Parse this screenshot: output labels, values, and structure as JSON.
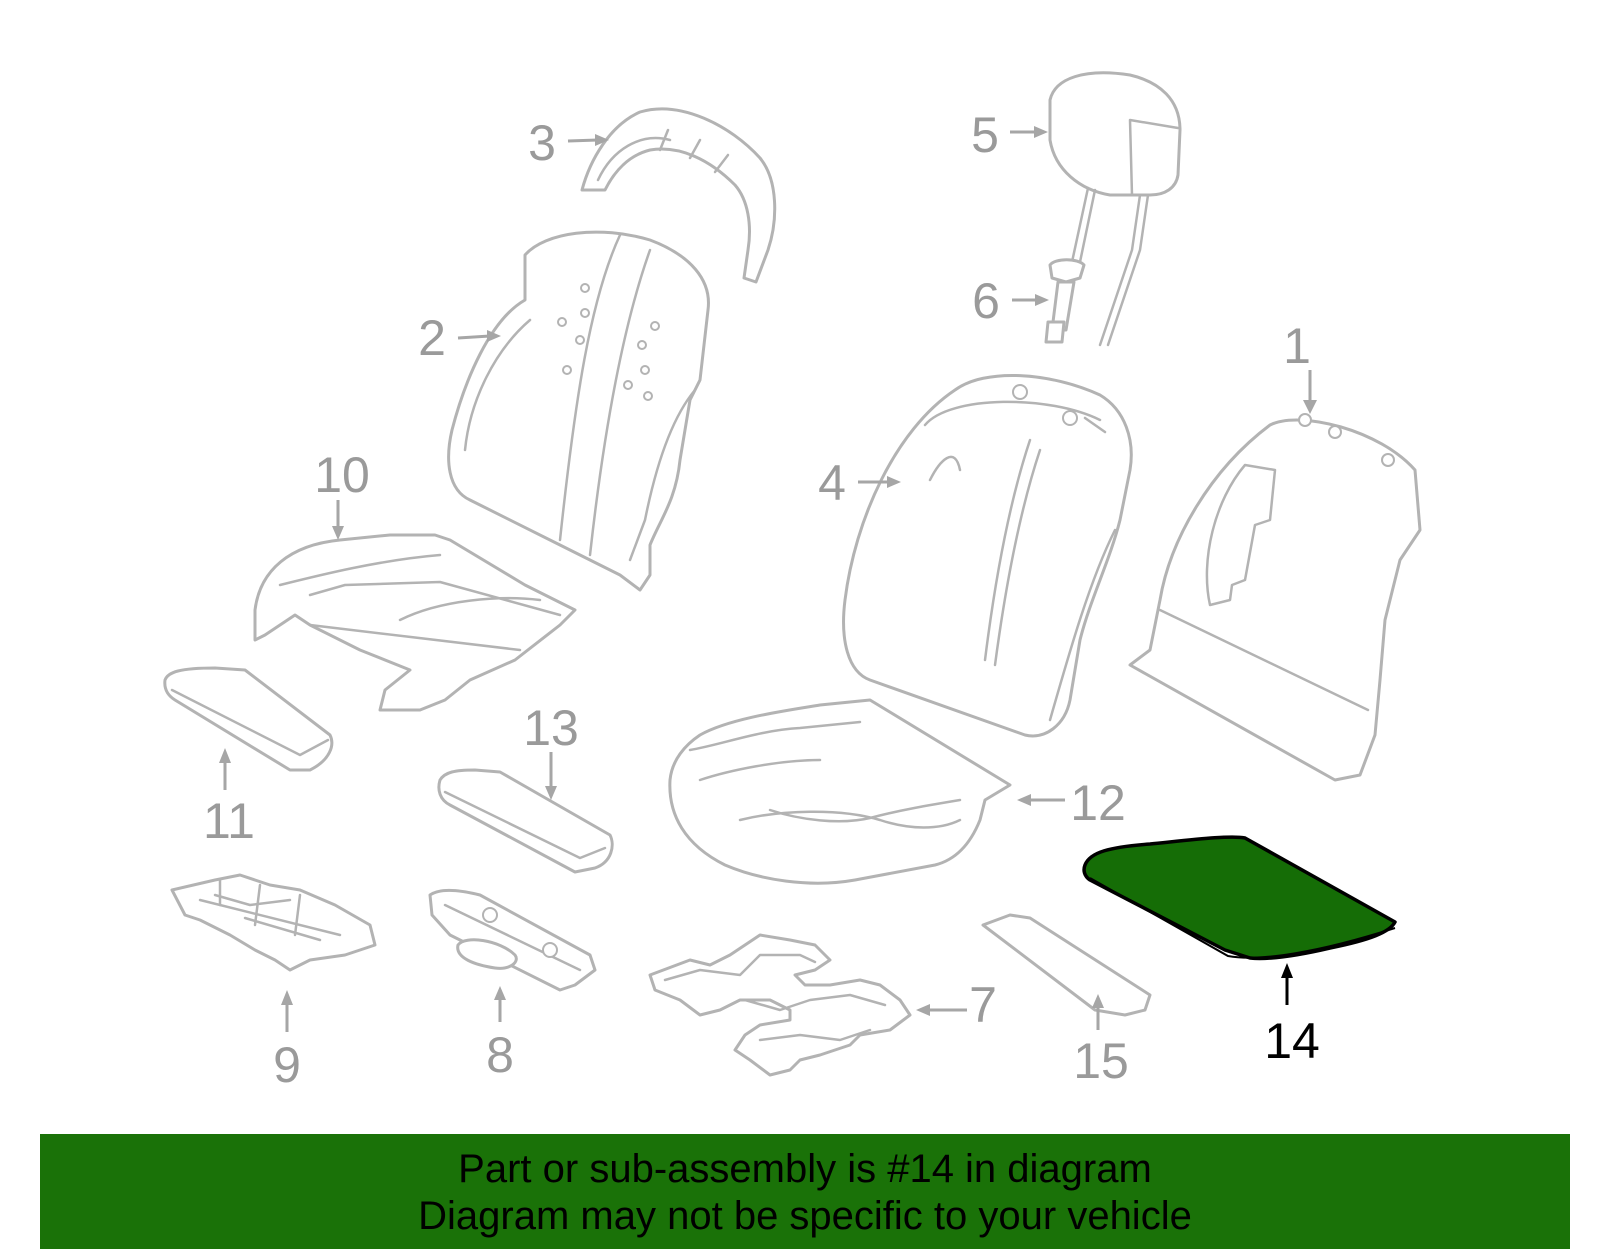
{
  "diagram": {
    "callouts": [
      "1",
      "2",
      "3",
      "4",
      "5",
      "6",
      "7",
      "8",
      "9",
      "10",
      "11",
      "12",
      "13",
      "14",
      "15"
    ],
    "highlighted_part": "14",
    "colors": {
      "part_outline": "#b3b3b3",
      "callout_text": "#9a9a9a",
      "highlight_fill": "#156d06",
      "highlight_outline": "#000000",
      "banner_bg": "#1a7208"
    }
  },
  "banner": {
    "line1": "Part or sub-assembly is #14 in diagram",
    "line2": "Diagram may not be specific to your vehicle"
  }
}
